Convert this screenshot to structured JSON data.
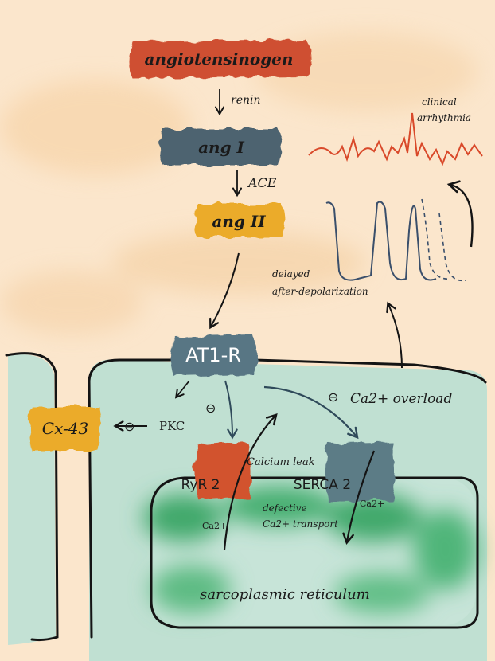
{
  "nodes": {
    "angiotensinogen": "angiotensinogen",
    "ang1": "ang I",
    "ang2": "ang II",
    "at1r": "AT1-R",
    "cx43": "Cx-43",
    "ryr2": "RyR 2",
    "serca2": "SERCA 2"
  },
  "labels": {
    "renin": "renin",
    "ace": "ACE",
    "pkc": "PKC",
    "ca_overload": "Ca2+ overload",
    "calcium_leak": "Calcium leak",
    "defective_transport_line1": "defective",
    "defective_transport_line2": "Ca2+ transport",
    "ca_left": "Ca2+",
    "ca_right": "Ca2+",
    "sarcoplasmic_reticulum": "sarcoplasmic reticulum",
    "delayed_line1": "delayed",
    "delayed_line2": "after-depolarization",
    "clinical_line1": "clinical",
    "clinical_line2": "arrhythmia",
    "inhibit_symbol": "⊖"
  },
  "colors": {
    "background": "#fbe6cc",
    "angiotensinogen": "#cf4f30",
    "ang1": "#4d6470",
    "ang2": "#ebab2c",
    "at1r": "#587684",
    "cx43": "#ebab2c",
    "ryr2": "#d2522f",
    "serca2": "#5b7c86",
    "cell": "#bfdfd2",
    "reticulum": "#41a96a",
    "ecg_trace": "#d9492a",
    "ap_trace": "#3a4f6b",
    "ink": "#141414"
  },
  "icons": {
    "inhibit": "minus-circle-icon"
  }
}
